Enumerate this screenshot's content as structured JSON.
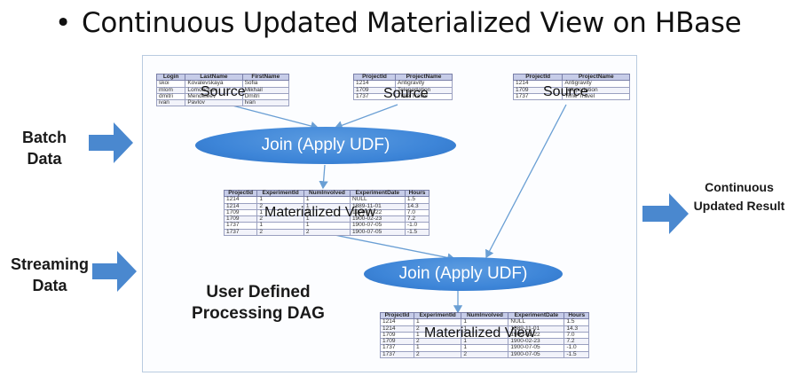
{
  "title": {
    "bullet": "•",
    "text": "Continuous Updated Materialized View on HBase"
  },
  "inputs": {
    "batch": {
      "line1": "Batch",
      "line2": "Data"
    },
    "streaming": {
      "line1": "Streaming",
      "line2": "Data"
    }
  },
  "output": {
    "line1": "Continuous",
    "line2": "Updated Result"
  },
  "dag_label": {
    "line1": "User Defined",
    "line2": "Processing DAG"
  },
  "sources": [
    {
      "label": "Source",
      "headers": [
        "Login",
        "LastName",
        "FirstName"
      ],
      "rows": [
        [
          "skoi",
          "Kovalevskaya",
          "Sofia"
        ],
        [
          "mlom",
          "Lomonosov",
          "Mikhail"
        ],
        [
          "dmitri",
          "Mendeleev",
          "Dmitri"
        ],
        [
          "ivan",
          "Pavlov",
          "Ivan"
        ]
      ]
    },
    {
      "label": "Source",
      "headers": [
        "ProjectId",
        "ProjectName"
      ],
      "rows": [
        [
          "1214",
          "Antigravity"
        ],
        [
          "1709",
          "Teleportation"
        ],
        [
          "1737",
          "Time Travel"
        ]
      ]
    },
    {
      "label": "Source",
      "headers": [
        "ProjectId",
        "ProjectName"
      ],
      "rows": [
        [
          "1214",
          "Antigravity"
        ],
        [
          "1709",
          "Teleportation"
        ],
        [
          "1737",
          "Time Travel"
        ]
      ]
    }
  ],
  "joins": [
    {
      "label": "Join (Apply UDF)"
    },
    {
      "label": "Join (Apply UDF)"
    }
  ],
  "views": [
    {
      "label": "Materialized View",
      "headers": [
        "ProjectId",
        "ExperimentId",
        "NumInvolved",
        "ExperimentDate",
        "Hours"
      ],
      "rows": [
        [
          "1214",
          "1",
          "1",
          "NULL",
          "1.5"
        ],
        [
          "1214",
          "2",
          "1",
          "1889-11-01",
          "14.3"
        ],
        [
          "1709",
          "1",
          "2",
          "1900-01-22",
          "7.0"
        ],
        [
          "1709",
          "2",
          "1",
          "1900-02-23",
          "7.2"
        ],
        [
          "1737",
          "1",
          "1",
          "1900-07-05",
          "-1.0"
        ],
        [
          "1737",
          "2",
          "2",
          "1900-07-05",
          "-1.5"
        ]
      ]
    },
    {
      "label": "Materialized View",
      "headers": [
        "ProjectId",
        "ExperimentId",
        "NumInvolved",
        "ExperimentDate",
        "Hours"
      ],
      "rows": [
        [
          "1214",
          "1",
          "1",
          "NULL",
          "1.5"
        ],
        [
          "1214",
          "2",
          "1",
          "1889-11-01",
          "14.3"
        ],
        [
          "1709",
          "1",
          "2",
          "1900-01-22",
          "7.0"
        ],
        [
          "1709",
          "2",
          "1",
          "1900-02-23",
          "7.2"
        ],
        [
          "1737",
          "1",
          "1",
          "1900-07-05",
          "-1.0"
        ],
        [
          "1737",
          "2",
          "2",
          "1900-07-05",
          "-1.5"
        ]
      ]
    }
  ],
  "colors": {
    "arrow": "#4a88cf",
    "ellipse": "#3d85d8",
    "connector": "#6a9fd4"
  }
}
